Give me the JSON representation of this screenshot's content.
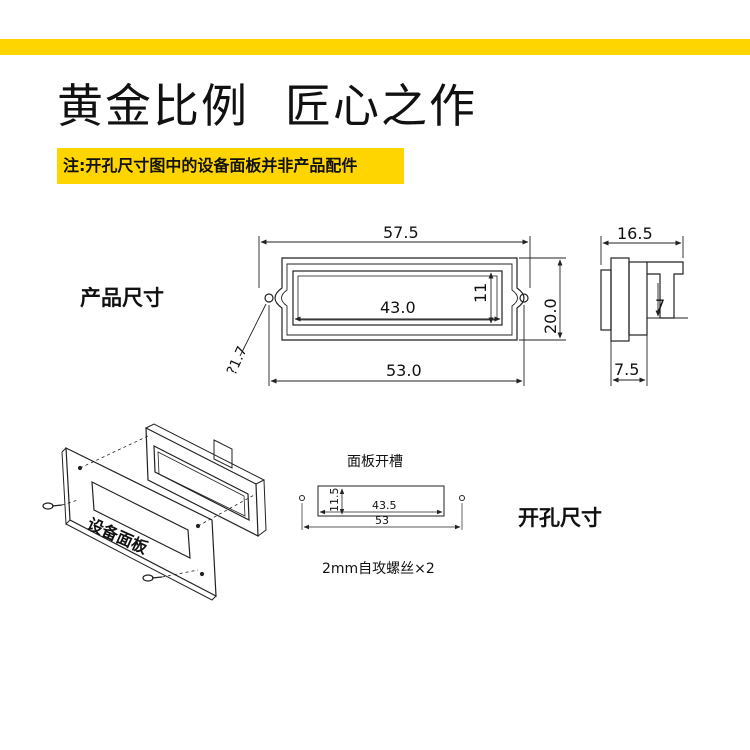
{
  "title": {
    "part1": "黄金比例",
    "part2": "匠心之作"
  },
  "note": "注:开孔尺寸图中的设备面板并非产品配件",
  "labels": {
    "product_size": "产品尺寸",
    "cutout_size": "开孔尺寸",
    "panel_slot": "面板开槽",
    "screws": "2mm自攻螺丝×2",
    "device_panel": "设备面板"
  },
  "dims": {
    "width_total": "57.5",
    "window_width": "43.0",
    "window_height": "11",
    "height": "20.0",
    "hole_spacing": "53.0",
    "hole_dia": "?1.7",
    "depth": "16.5",
    "terminal": "7",
    "flange": "7.5",
    "slot_height": "11.5",
    "slot_width": "43.5",
    "slot_spacing": "53"
  },
  "colors": {
    "accent": "#FFD500",
    "line": "#222222"
  }
}
